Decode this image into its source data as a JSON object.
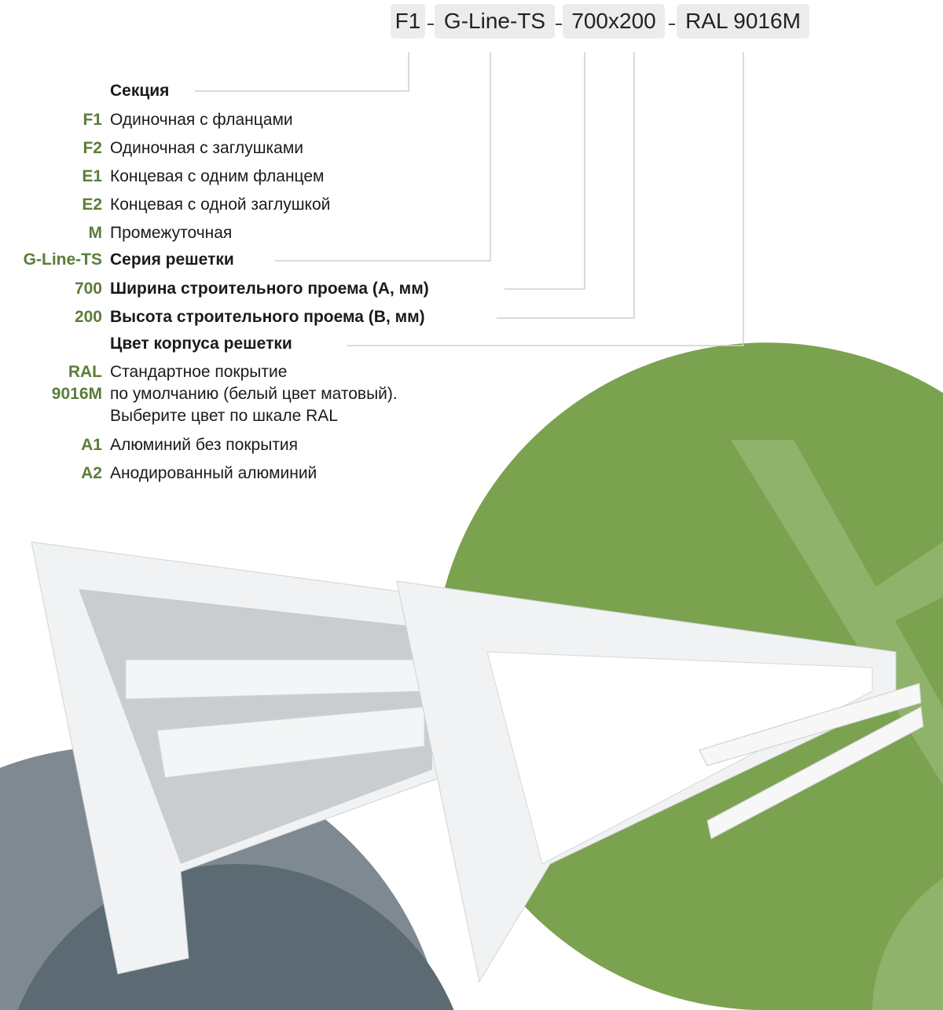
{
  "code": {
    "parts": [
      "F1",
      "G-Line-TS",
      "700x200",
      "RAL 9016M"
    ],
    "separator": "-"
  },
  "rows": [
    {
      "code": "",
      "text": "Секция",
      "bold": true
    },
    {
      "code": "F1",
      "text": "Одиночная с фланцами"
    },
    {
      "code": "F2",
      "text": "Одиночная с заглушками"
    },
    {
      "code": "E1",
      "text": "Концевая с одним фланцем"
    },
    {
      "code": "E2",
      "text": "Концевая с одной заглушкой"
    },
    {
      "code": "M",
      "text": "Промежуточная"
    },
    {
      "code": "G-Line-TS",
      "text": "Серия решетки",
      "bold": true
    },
    {
      "code": "700",
      "text": "Ширина строительного проема (А, мм)",
      "bold": true
    },
    {
      "code": "200",
      "text": "Высота строительного проема (В, мм)",
      "bold": true
    },
    {
      "code": "",
      "text": "Цвет корпуса решетки",
      "bold": true
    },
    {
      "code": "RAL",
      "code2": "9016M",
      "text": "Стандартное покрытие",
      "text2": "по умолчанию (белый цвет матовый).",
      "text3": "Выберите цвет по шкале RAL"
    },
    {
      "code": "A1",
      "text": "Алюминий без покрытия"
    },
    {
      "code": "A2",
      "text": "Анодированный алюминий"
    }
  ],
  "colors": {
    "accent": "#5b7d3a",
    "green_bg": "#7ba24f",
    "slate": "#5c6b73",
    "chip": "#ececec"
  }
}
